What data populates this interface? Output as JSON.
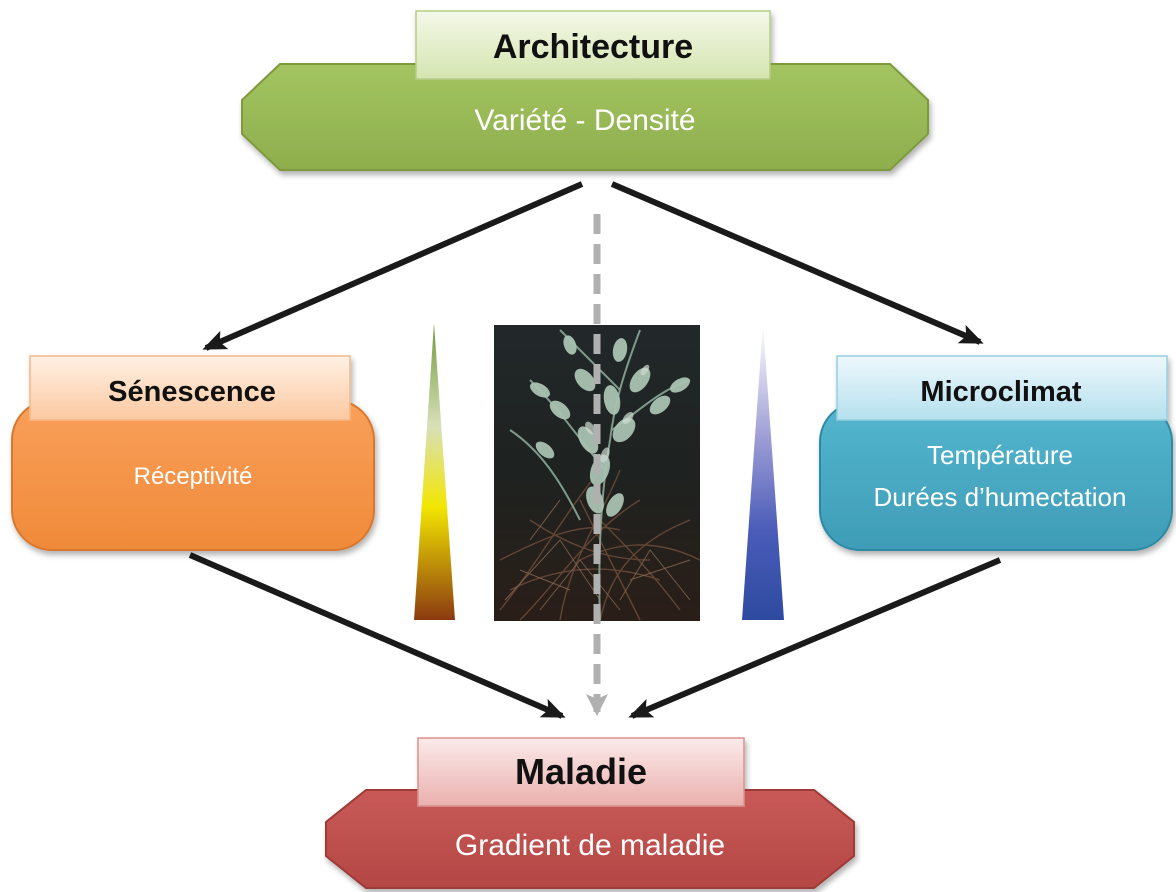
{
  "nodes": {
    "architecture": {
      "title": "Architecture",
      "lines": [
        "Variété - Densité"
      ]
    },
    "senescence": {
      "title": "Sénescence",
      "lines": [
        "Réceptivité"
      ]
    },
    "microclimat": {
      "title": "Microclimat",
      "lines": [
        "Température",
        "Durées d’humectation"
      ]
    },
    "maladie": {
      "title": "Maladie",
      "lines": [
        "Gradient de maladie"
      ]
    }
  },
  "edges": [
    {
      "from": "architecture",
      "to": "senescence",
      "style": "solid"
    },
    {
      "from": "architecture",
      "to": "microclimat",
      "style": "solid"
    },
    {
      "from": "architecture",
      "to": "maladie",
      "style": "dashed"
    },
    {
      "from": "senescence",
      "to": "maladie",
      "style": "solid"
    },
    {
      "from": "microclimat",
      "to": "maladie",
      "style": "solid"
    }
  ],
  "colors": {
    "architecture": "#9bbb59",
    "senescence": "#f79646",
    "microclimat": "#4bacc6",
    "maladie": "#c0504d",
    "arrow": "#1a1a1a",
    "dashed_arrow": "#b0b0b0",
    "gradient_left": [
      "#90b050",
      "#f0e000",
      "#8b3a10"
    ],
    "gradient_right": [
      "#ffffff",
      "#8080c8",
      "#2e4aa0"
    ]
  },
  "icons": {
    "photo": "plant-canopy-photo"
  }
}
